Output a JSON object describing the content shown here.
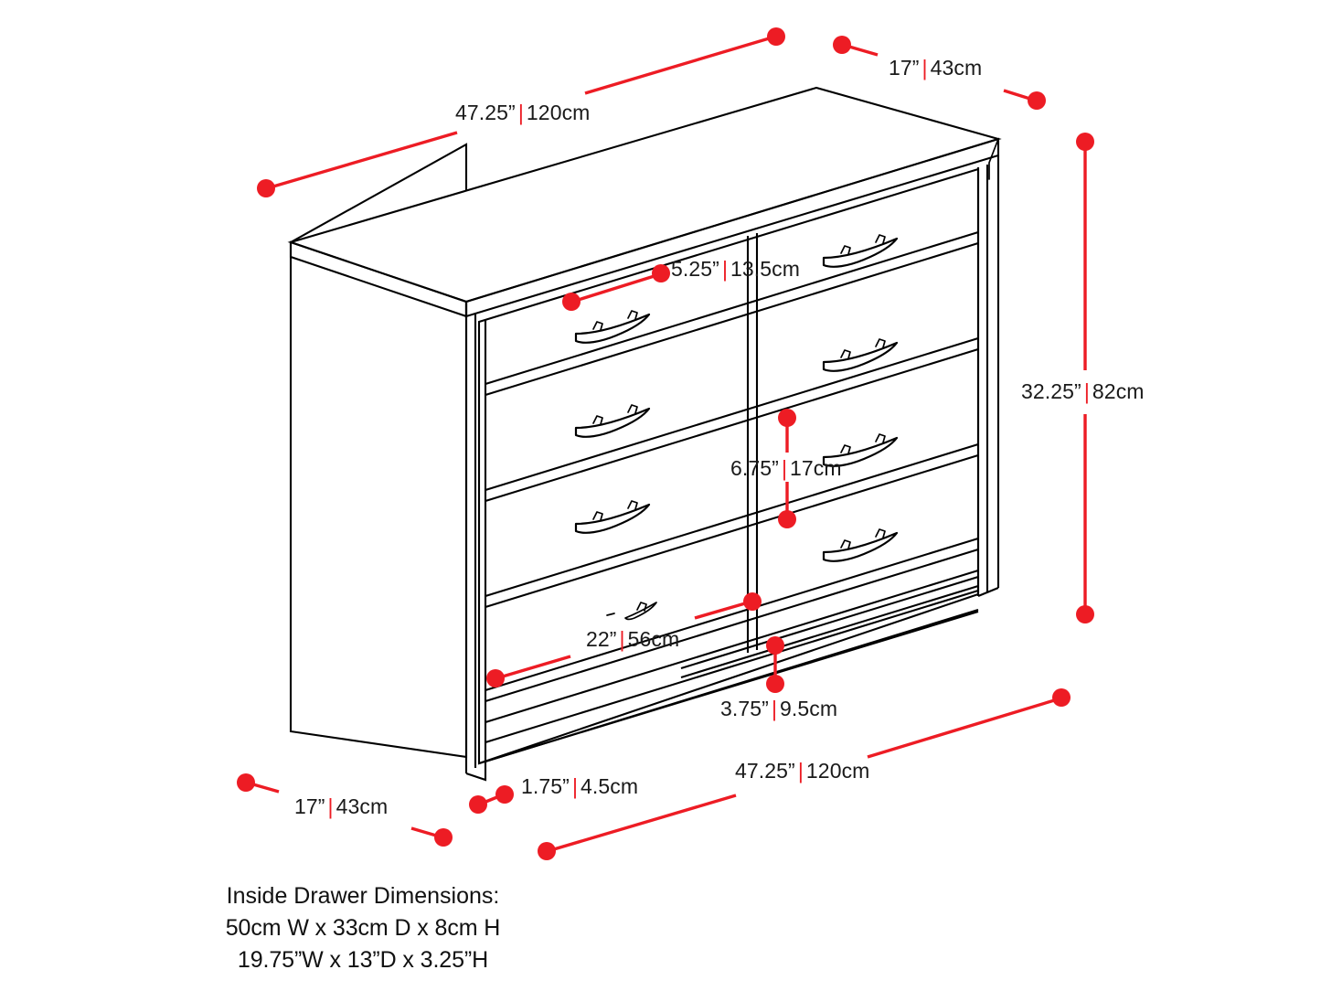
{
  "meta": {
    "accent_color": "#ed1c24",
    "line_color": "#000000",
    "background_color": "#ffffff",
    "subject": "six-drawer dresser isometric dimension diagram"
  },
  "dimensions": {
    "top_width": {
      "imperial": "47.25”",
      "metric": "120cm",
      "separator": "|"
    },
    "top_depth": {
      "imperial": "17”",
      "metric": "43cm",
      "separator": "|"
    },
    "overall_height": {
      "imperial": "32.25”",
      "metric": "82cm",
      "separator": "|"
    },
    "drawer_front_height_top": {
      "imperial": "5.25”",
      "metric": "13.5cm",
      "separator": "|"
    },
    "drawer_front_height_mid": {
      "imperial": "6.75”",
      "metric": "17cm",
      "separator": "|"
    },
    "drawer_front_width": {
      "imperial": "22”",
      "metric": "56cm",
      "separator": "|"
    },
    "base_rail_height": {
      "imperial": "3.75”",
      "metric": "9.5cm",
      "separator": "|"
    },
    "side_panel_thickness": {
      "imperial": "1.75”",
      "metric": "4.5cm",
      "separator": "|"
    },
    "base_depth": {
      "imperial": "17”",
      "metric": "43cm",
      "separator": "|"
    },
    "base_width": {
      "imperial": "47.25”",
      "metric": "120cm",
      "separator": "|"
    }
  },
  "inside_drawer": {
    "heading": "Inside Drawer Dimensions:",
    "metric_line": "50cm W x 33cm D x 8cm H",
    "imperial_line": "19.75”W x 13”D x 3.25”H"
  }
}
